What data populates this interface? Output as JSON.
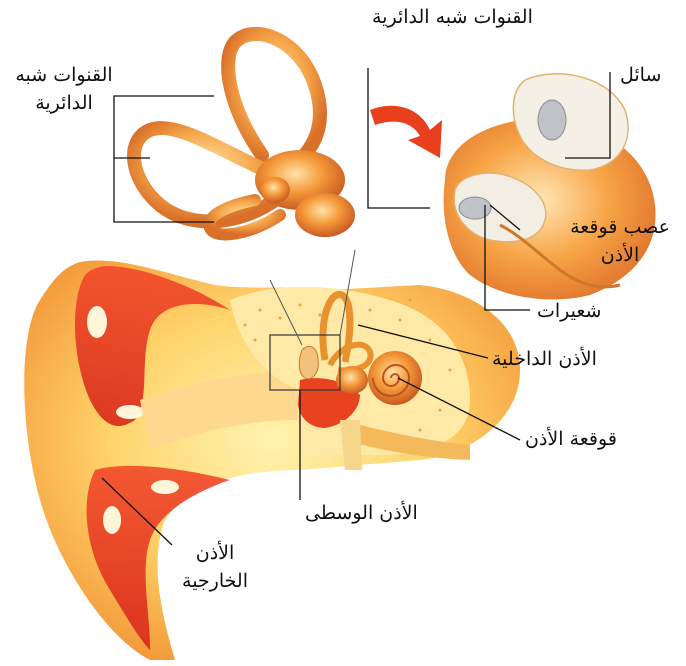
{
  "labels": {
    "semicircular_canals_top": "القنوات شبه الدائرية",
    "semicircular_canals_left": [
      "القنوات شبه",
      "الدائرية"
    ],
    "fluid": "سائل",
    "cochlear_nerve": [
      "عصب قوقعة",
      "الأذن"
    ],
    "hair_cells": "شعيرات",
    "inner_ear": "الأذن الداخلية",
    "cochlea": "قوقعة الأذن",
    "middle_ear": "الأذن الوسطى",
    "outer_ear": [
      "الأذن",
      "الخارجية"
    ]
  },
  "colors": {
    "flesh_light": "#ffe17a",
    "flesh_mid": "#f7a93a",
    "flesh_dark": "#e0602a",
    "red": "#e8311f",
    "bone_orange": "#f09a3c",
    "arrow_red": "#e8401c",
    "line": "#111111"
  }
}
